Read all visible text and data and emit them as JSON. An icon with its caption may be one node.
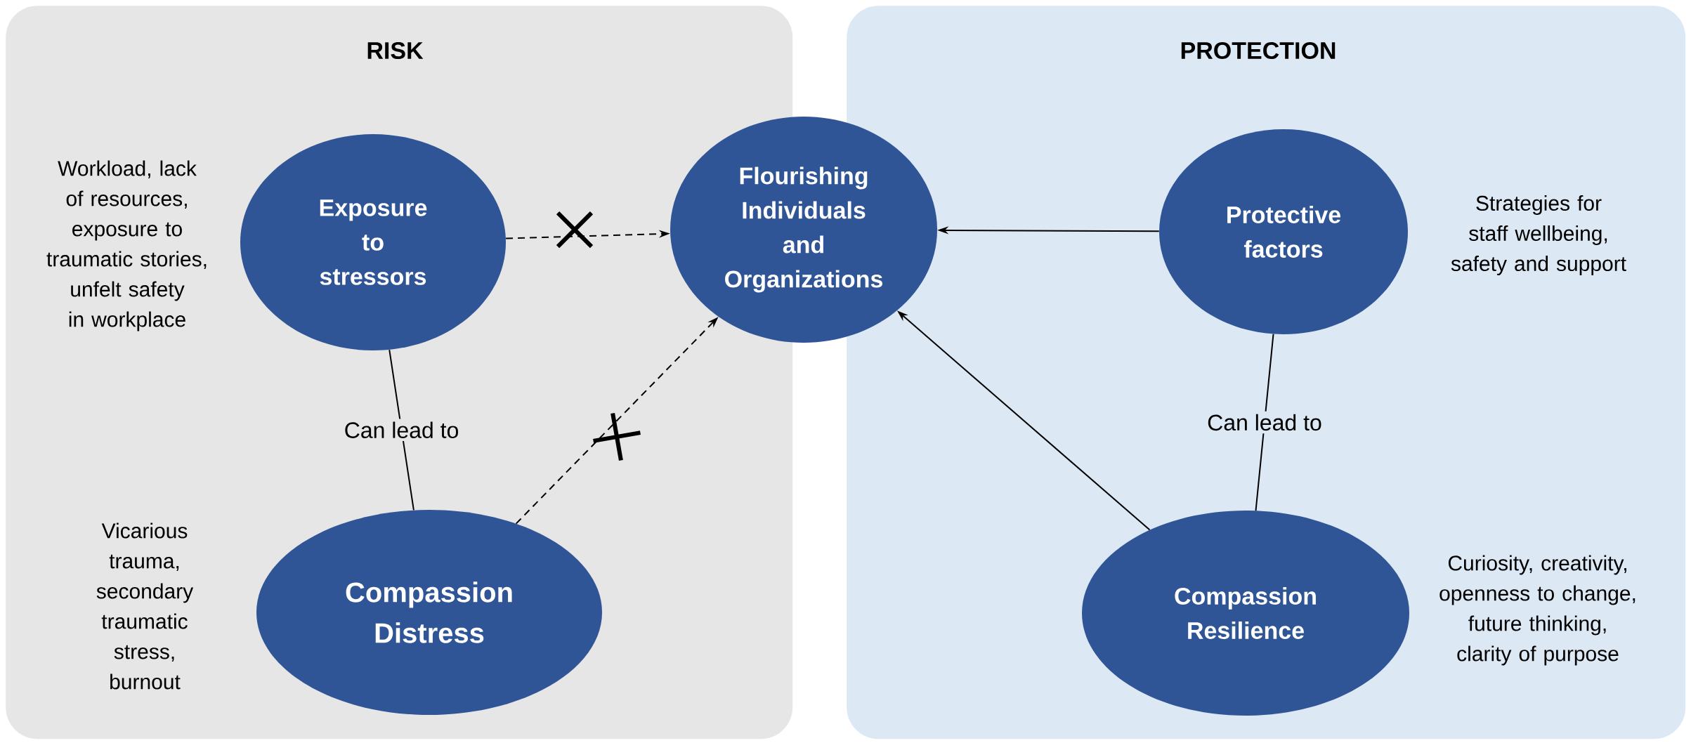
{
  "diagram": {
    "nodes": [
      {
        "text": [
          "RISK"
        ]
      },
      {
        "text": [
          "PROTECTION"
        ]
      },
      {
        "text": [
          "Exposure to stressors"
        ],
        "in": 0,
        "beside": [
          "Workload, lack of resources, exposure to traumatic stories, unfelt safety in workplace"
        ]
      },
      {
        "text": [
          "Flourishing Individuals and Organizations"
        ]
      },
      {
        "text": [
          "Protective factors"
        ],
        "in": 1,
        "beside": [
          "Strategies for staff wellbeing, safety and support"
        ]
      },
      {
        "text": [
          "Compassion Distress"
        ],
        "in": 0,
        "beside": [
          "Vicarious trauma, secondary traumatic stress, burnout"
        ]
      },
      {
        "text": [
          "Compassion Resilience"
        ],
        "in": 1,
        "beside": [
          "Curiosity, creativity, openness to change, future thinking, clarity of purpose"
        ]
      }
    ],
    "edges": [
      {
        "from": 2,
        "to": 3,
        "arrow": "to",
        "style": "dashed"
      },
      {
        "from": 2,
        "to": 5,
        "arrow": "none",
        "label": "Can lead to"
      },
      {
        "from": 5,
        "to": 3,
        "arrow": "to",
        "style": "dashed"
      },
      {
        "from": 4,
        "to": 3,
        "arrow": "to"
      },
      {
        "from": 4,
        "to": 6,
        "arrow": "none",
        "label": "Can lead to"
      },
      {
        "from": 6,
        "to": 3,
        "arrow": "to"
      }
    ]
  }
}
